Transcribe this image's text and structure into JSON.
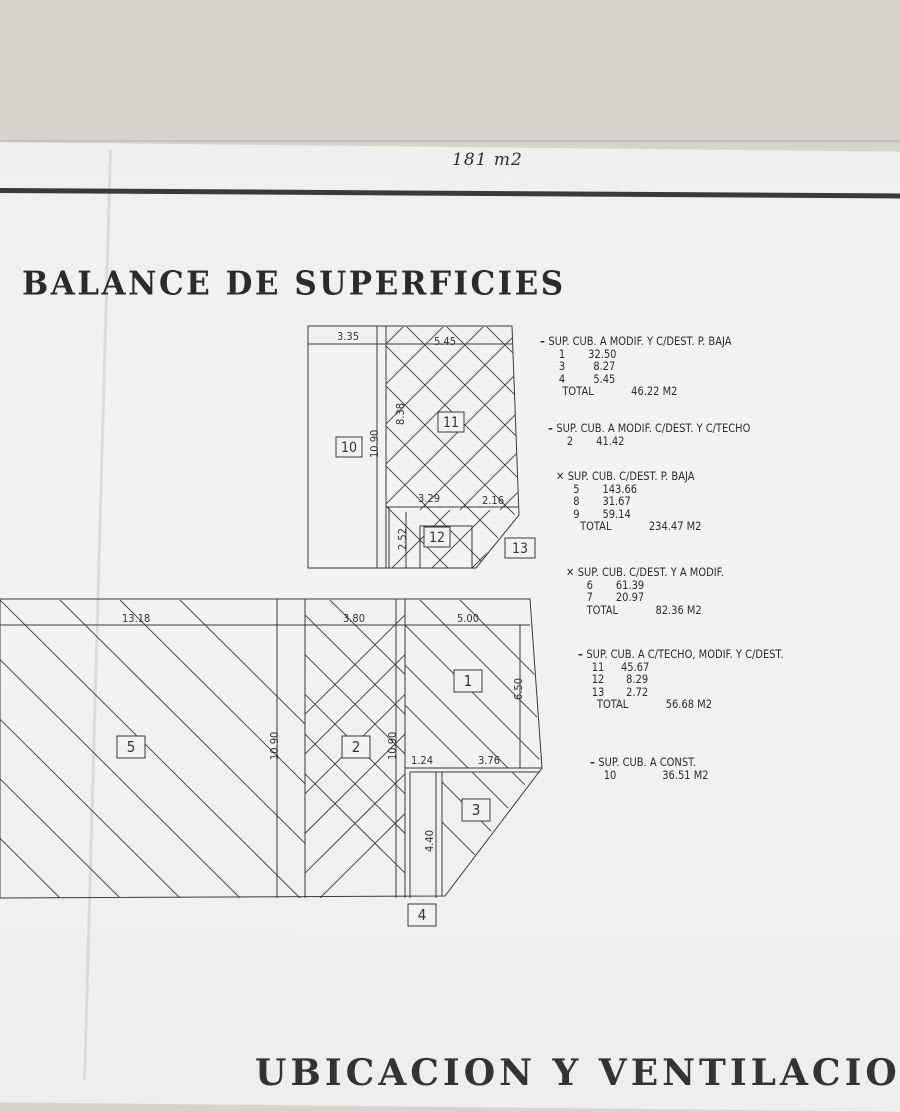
{
  "handwritten_note": "181 m2",
  "title": "BALANCE DE SUPERFICIES",
  "bottom_partial_text": "UBICACION Y VENTILACION",
  "plan": {
    "region_labels": [
      "1",
      "2",
      "3",
      "4",
      "5",
      "10",
      "11",
      "12",
      "13"
    ],
    "dimensions": {
      "d335": "3.35",
      "d545": "5.45",
      "d838": "8.38",
      "d1090a": "10.90",
      "d329": "3.29",
      "d216": "2.16",
      "d252": "2.52",
      "d1318": "13.18",
      "d380": "3.80",
      "d500": "5.00",
      "d650": "6.50",
      "d1090b": "10.90",
      "d1090c": "10.90",
      "d124": "1.24",
      "d376": "3.76",
      "d440": "4.40"
    }
  },
  "legend": [
    {
      "mark": "–",
      "heading": "SUP. CUB. A MODIF. Y C/DEST. P. BAJA",
      "rows": [
        [
          "1",
          "32.50"
        ],
        [
          "3",
          "8.27"
        ],
        [
          "4",
          "5.45"
        ]
      ],
      "total_label": "TOTAL",
      "total": "46.22 M2"
    },
    {
      "mark": "–",
      "heading": "SUP. CUB. A MODIF. C/DEST. Y C/TECHO",
      "rows": [
        [
          "2",
          "41.42"
        ]
      ],
      "total_label": "",
      "total": ""
    },
    {
      "mark": "✕",
      "heading": "SUP. CUB. C/DEST. P. BAJA",
      "rows": [
        [
          "5",
          "143.66"
        ],
        [
          "8",
          "31.67"
        ],
        [
          "9",
          "59.14"
        ]
      ],
      "total_label": "TOTAL",
      "total": "234.47 M2"
    },
    {
      "mark": "✕",
      "heading": "SUP. CUB. C/DEST. Y A MODIF.",
      "rows": [
        [
          "6",
          "61.39"
        ],
        [
          "7",
          "20.97"
        ]
      ],
      "total_label": "TOTAL",
      "total": "82.36 M2"
    },
    {
      "mark": "–",
      "heading": "SUP. CUB. A C/TECHO, MODIF. Y C/DEST.",
      "rows": [
        [
          "11",
          "45.67"
        ],
        [
          "12",
          "8.29"
        ],
        [
          "13",
          "2.72"
        ]
      ],
      "total_label": "TOTAL",
      "total": "56.68 M2"
    },
    {
      "mark": "–",
      "heading": "SUP. CUB. A CONST.",
      "rows": [
        [
          "10",
          "36.51 M2"
        ]
      ],
      "total_label": "",
      "total": ""
    }
  ]
}
